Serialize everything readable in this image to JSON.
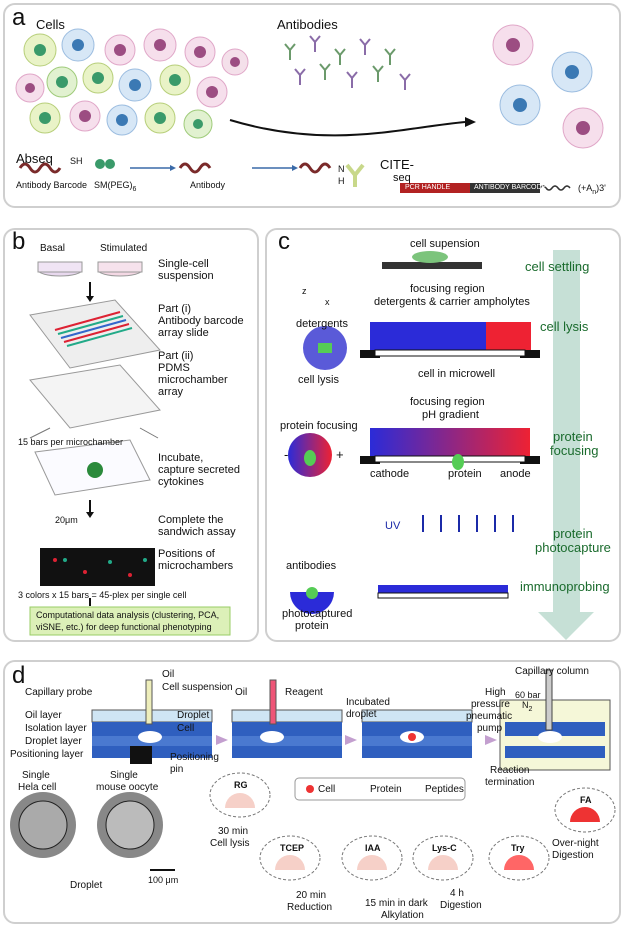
{
  "panel_a": {
    "label": "a",
    "cells_title": "Cells",
    "antibodies_title": "Antibodies",
    "abseq_title": "Abseq",
    "sh_label": "SH",
    "barcode_caption": "Antibody Barcode",
    "smpeg_caption": "SM(PEG)",
    "smpeg_sub": "6",
    "antibody_caption": "Antibody",
    "nh_label": "N",
    "h_label": "H",
    "cite_title": "CITE-",
    "cite_sub": "seq",
    "pcr_handle": "PCR HANDLE",
    "antibody_barcode": "ANTIBODY BARCODE",
    "polya": "(+A",
    "polya_sub": "n",
    "polya_end": ")3'"
  },
  "panel_b": {
    "label": "b",
    "basal": "Basal",
    "stimulated": "Stimulated",
    "step1": "Single-cell",
    "step1b": "suspension",
    "part1a": "Part (i)",
    "part1b": "Antibody barcode",
    "part1c": "array slide",
    "part2a": "Part (ii)",
    "part2b": "PDMS",
    "part2c": "microchamber",
    "part2d": "array",
    "bars_note": "15 bars per microchamber",
    "incubate1": "Incubate,",
    "incubate2": "capture secreted",
    "incubate3": "cytokines",
    "scale": "20μm",
    "sandwich1": "Complete the",
    "sandwich2": "sandwich assay",
    "positions1": "Positions of",
    "positions2": "microchambers",
    "plex_note": "3 colors x 15 bars = 45-plex per single cell",
    "analysis1": "Computational data analysis  (clustering, PCA,",
    "analysis2": "viSNE, etc.) for deep functional phenotyping"
  },
  "panel_c": {
    "label": "c",
    "cell_suspension": "cell supension",
    "cell_settling": "cell settling",
    "axis_z": "z",
    "axis_x": "x",
    "focusing_region": "focusing region",
    "detergents_ampholytes": "detergents & carrier ampholytes",
    "detergents": "detergents",
    "cell_lysis_small": "cell lysis",
    "cell_lysis": "cell lysis",
    "cell_in_microwell": "cell in microwell",
    "focusing_region2": "focusing region",
    "ph_gradient": "pH gradient",
    "protein_focusing_small": "protein focusing",
    "minus": "-",
    "plus": "+",
    "cathode": "cathode",
    "protein": "protein",
    "anode": "anode",
    "protein_focusing1": "protein",
    "protein_focusing2": "focusing",
    "uv": "UV",
    "photocapture1": "protein",
    "photocapture2": "photocapture",
    "antibodies": "antibodies",
    "photocaptured1": "photocaptured",
    "photocaptured2": "protein",
    "immunoprobing": "immunoprobing"
  },
  "panel_d": {
    "label": "d",
    "oil": "Oil",
    "capillary_probe": "Capillary probe",
    "cell_suspension": "Cell suspension",
    "oil_layer": "Oil layer",
    "isolation_layer": "Isolation layer",
    "droplet_layer": "Droplet layer",
    "positioning_layer": "Positioning layer",
    "droplet": "Droplet",
    "cell": "Cell",
    "positioning_pin1": "Positioning",
    "positioning_pin2": "pin",
    "oil2": "Oil",
    "reagent": "Reagent",
    "incubated1": "Incubated",
    "incubated2": "droplet",
    "capillary_column": "Capillary column",
    "high1": "High",
    "high2": "pressure",
    "high3": "pneumatic",
    "high4": "pump",
    "bar": "60 bar",
    "n2": "N",
    "n2sub": "2",
    "single1": "Single",
    "hela": "Hela cell",
    "single2": "Single",
    "oocyte": "mouse oocyte",
    "droplet2": "Droplet",
    "scale": "100 μm",
    "legend_cell": "Cell",
    "legend_protein": "Protein",
    "legend_peptides": "Peptides",
    "reaction1": "Reaction",
    "reaction2": "termination",
    "rg": "RG",
    "tcep": "TCEP",
    "iaa": "IAA",
    "lysc": "Lys-C",
    "try": "Try",
    "fa": "FA",
    "lysis1": "30 min",
    "lysis2": "Cell lysis",
    "red1": "20 min",
    "red2": "Reduction",
    "alk1": "15 min in dark",
    "alk2": "Alkylation",
    "dig1": "4 h",
    "dig2": "Digestion",
    "over1": "Over-night",
    "over2": "Digestion"
  }
}
